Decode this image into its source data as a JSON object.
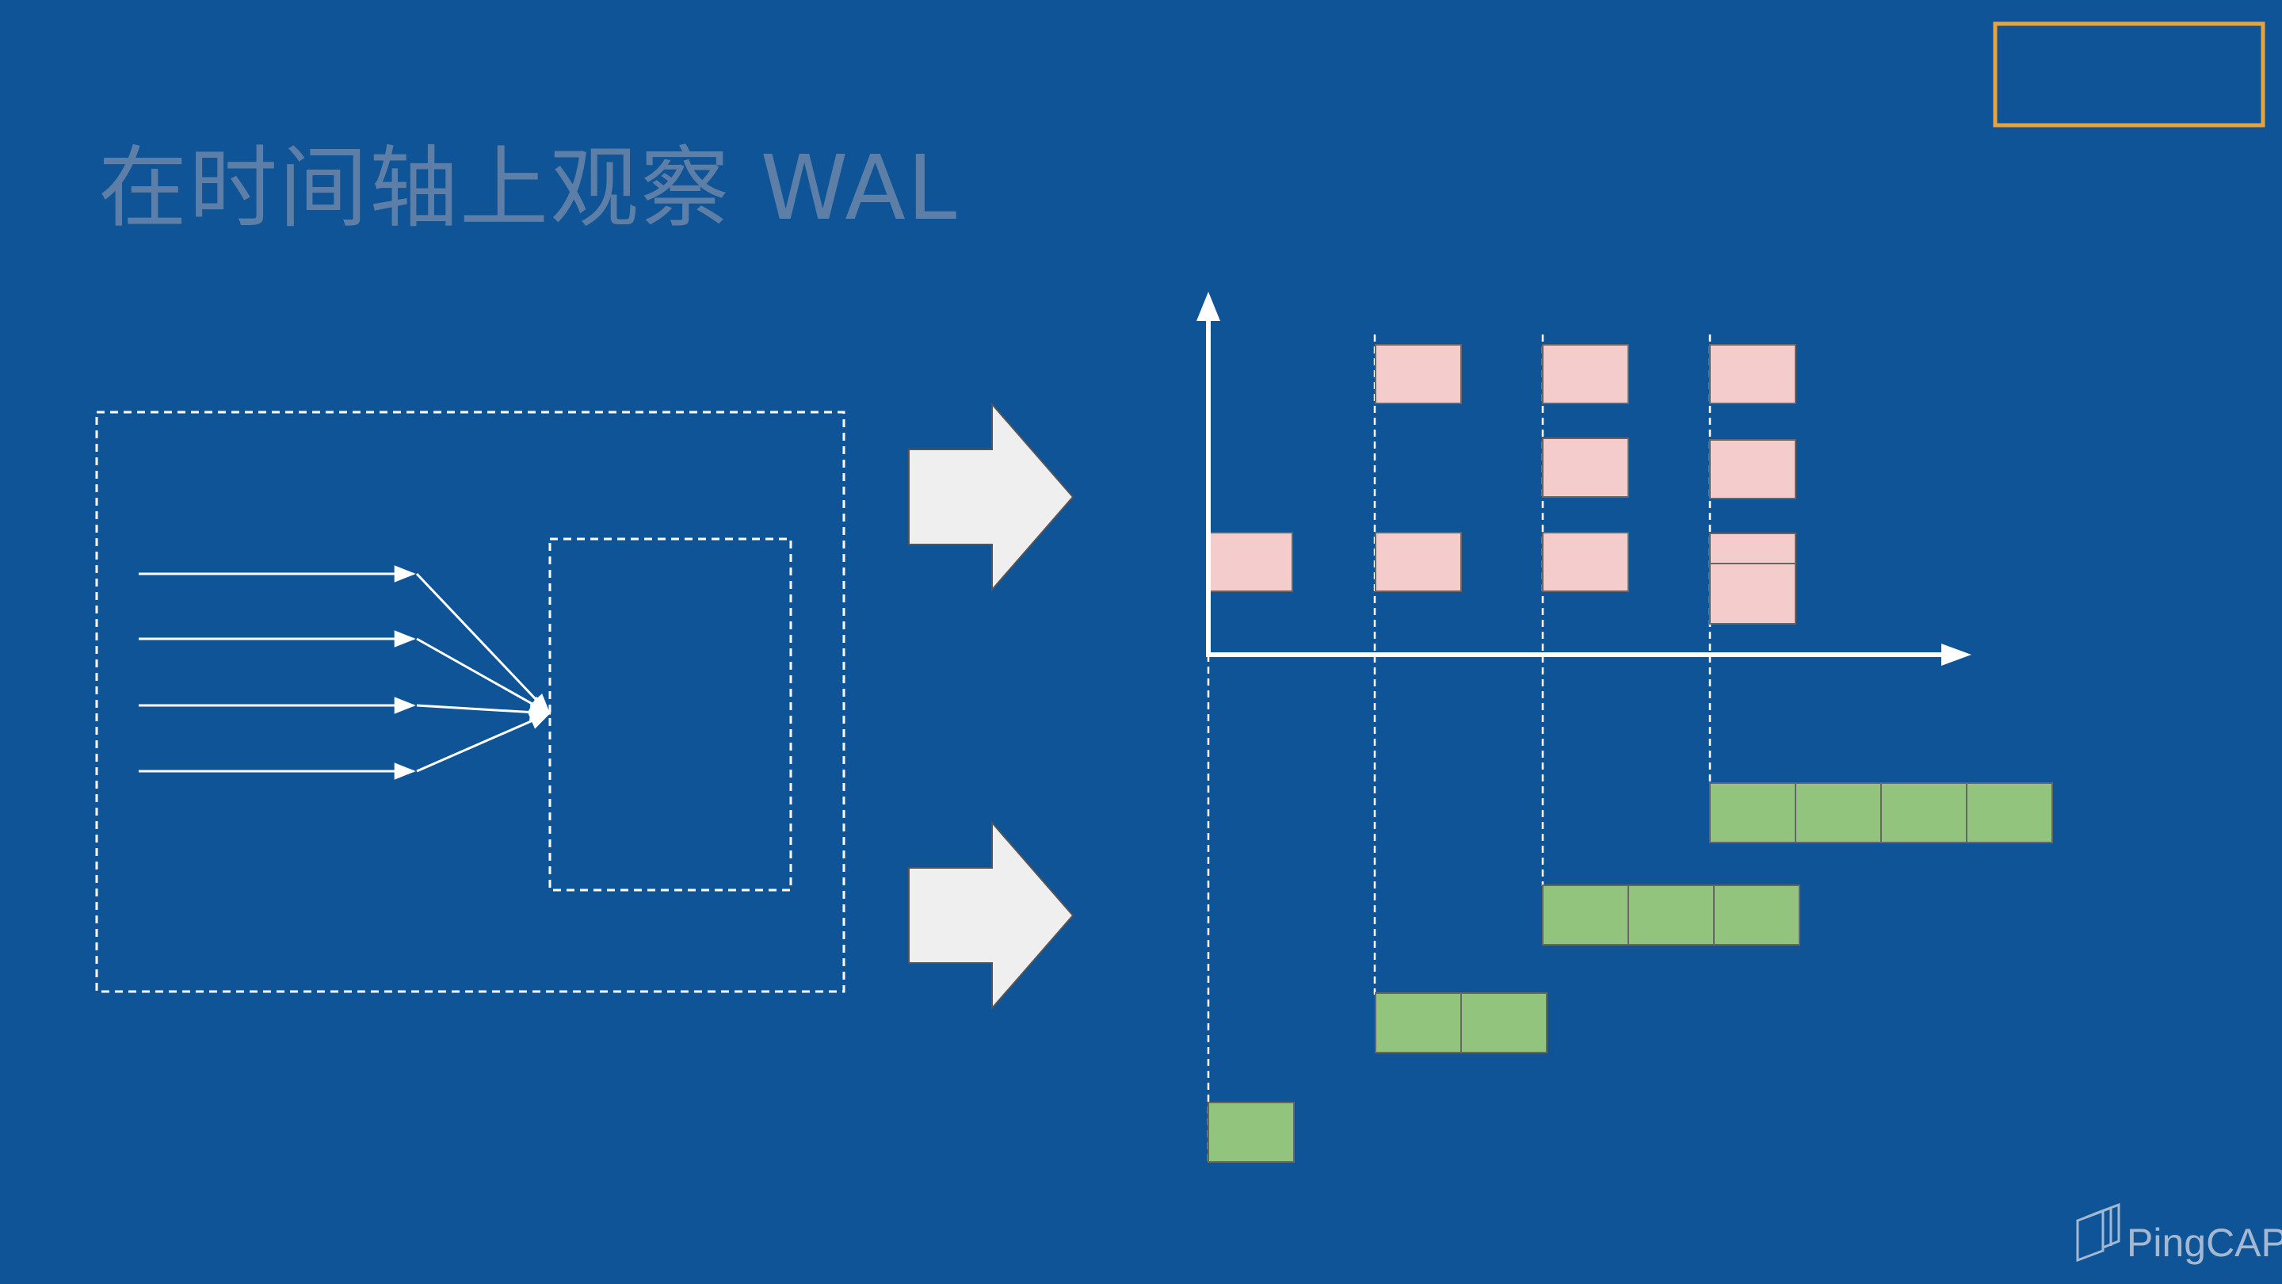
{
  "slide": {
    "title": "在时间轴上观察 WAL",
    "logo": "PingCAP"
  },
  "colors": {
    "background": "#0e5497",
    "title_text": "#5d7ea6",
    "highlight_box_border": "#e8a33c",
    "write_block_fill": "#f4cccc",
    "wal_block_fill": "#93c47d",
    "arrow_fill": "#efefef",
    "line": "#ffffff"
  },
  "diagram": {
    "left_panel": {
      "input_arrow_count": 4
    },
    "timeline": {
      "columns": [
        {
          "write_blocks": 1,
          "wal_blocks": 1
        },
        {
          "write_blocks": 2,
          "wal_blocks": 2
        },
        {
          "write_blocks": 3,
          "wal_blocks": 3
        },
        {
          "write_blocks": 4,
          "wal_blocks": 4
        }
      ]
    }
  }
}
